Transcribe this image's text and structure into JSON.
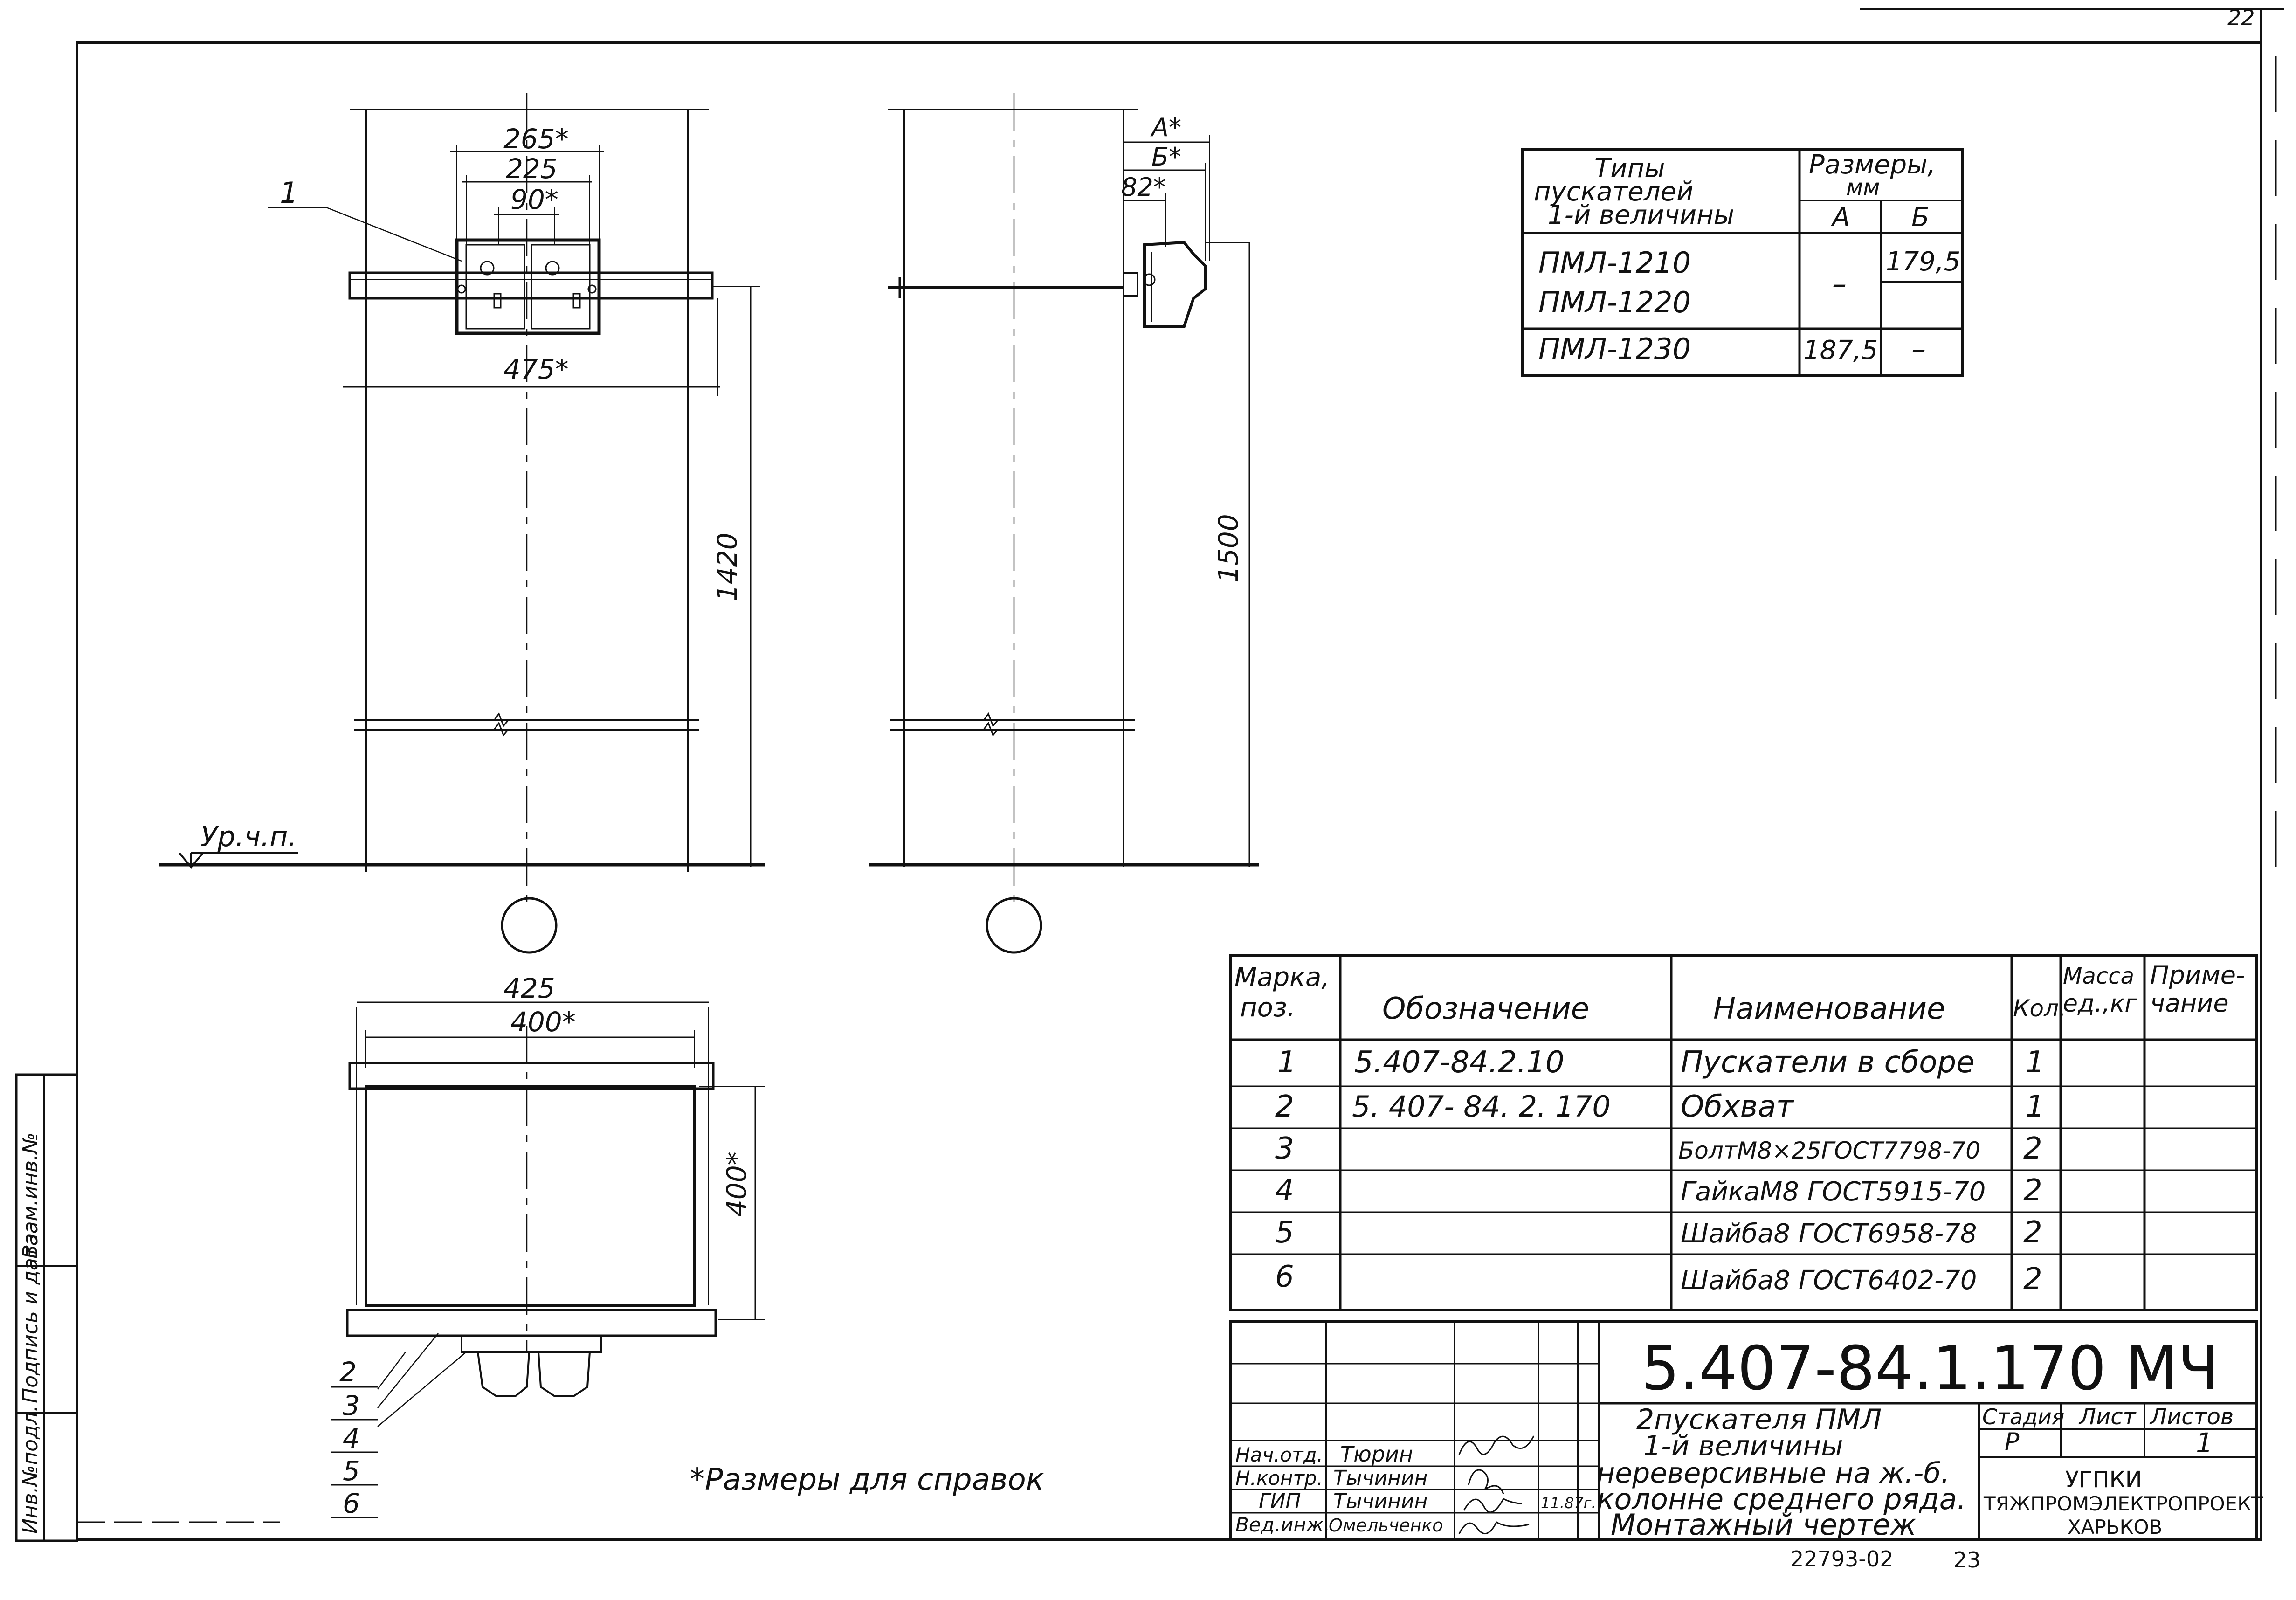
{
  "sheet_corner_number": "22",
  "bottom_numbers": {
    "archive": "22793-02",
    "page": "23"
  },
  "front_view": {
    "position_label": "1",
    "dims": {
      "d265": "265*",
      "d225": "225",
      "d90": "90*",
      "d475": "475*",
      "d1420": "1420"
    },
    "floor_label": "Ур.ч.п."
  },
  "side_view": {
    "dims": {
      "a": "А*",
      "b": "Б*",
      "d82": "82*",
      "d1500": "1500"
    }
  },
  "plan_view": {
    "dims": {
      "d425": "425",
      "d400top": "400*",
      "d400side": "400*"
    },
    "position_labels": [
      "2",
      "3",
      "4",
      "5",
      "6"
    ]
  },
  "note": "*Размеры для справок",
  "types_table": {
    "header_types": [
      "Типы",
      "пускателей",
      "1-й величины"
    ],
    "header_sizes": [
      "Размеры,",
      "мм"
    ],
    "col_a": "А",
    "col_b": "Б",
    "rows": [
      {
        "type": "ПМЛ-1210",
        "a": "–",
        "b": "179,5"
      },
      {
        "type": "ПМЛ-1220",
        "a": "",
        "b": ""
      },
      {
        "type": "ПМЛ-1230",
        "a": "187,5",
        "b": "–"
      }
    ]
  },
  "spec_table": {
    "headers": {
      "mark": [
        "Марка,",
        "поз."
      ],
      "designation": "Обозначение",
      "name": "Наименование",
      "qty": "Кол.",
      "mass": [
        "Масса",
        "ед.,кг"
      ],
      "note": [
        "Приме-",
        "чание"
      ]
    },
    "rows": [
      {
        "pos": "1",
        "designation": "5.407-84.2.10",
        "name": "Пускатели в сборе",
        "qty": "1"
      },
      {
        "pos": "2",
        "designation": "5. 407- 84. 2. 170",
        "name": "Обхват",
        "qty": "1"
      },
      {
        "pos": "3",
        "designation": "",
        "name": "БолтМ8×25ГОСТ7798-70",
        "qty": "2"
      },
      {
        "pos": "4",
        "designation": "",
        "name": "ГайкаМ8 ГОСТ5915-70",
        "qty": "2"
      },
      {
        "pos": "5",
        "designation": "",
        "name": "Шайба8 ГОСТ6958-78",
        "qty": "2"
      },
      {
        "pos": "6",
        "designation": "",
        "name": "Шайба8 ГОСТ6402-70",
        "qty": "2"
      }
    ]
  },
  "title_block": {
    "code": "5.407-84.1.170 МЧ",
    "title_lines": [
      "2пускателя ПМЛ",
      "1-й величины",
      "нереверсивные на ж.-б.",
      "колонне среднего ряда.",
      "Монтажный чертеж"
    ],
    "stage_label": "Стадия",
    "sheet_label": "Лист",
    "sheets_label": "Листов",
    "stage": "Р",
    "sheet": "",
    "sheets": "1",
    "org_lines": [
      "УГПКИ",
      "ТЯЖПРОМЭЛЕКТРОПРОЕКТ",
      "ХАРЬКОВ"
    ],
    "people": [
      {
        "role": "Нач.отд.",
        "name": "Тюрин"
      },
      {
        "role": "Н.контр.",
        "name": "Тычинин"
      },
      {
        "role": "ГИП",
        "name": "Тычинин"
      },
      {
        "role": "Вед.инж.",
        "name": "Омельченко"
      }
    ],
    "date": "11.87г."
  },
  "side_stamp": [
    "Инв.№подл.",
    "Подпись и дата",
    "Взам.инв.№"
  ]
}
